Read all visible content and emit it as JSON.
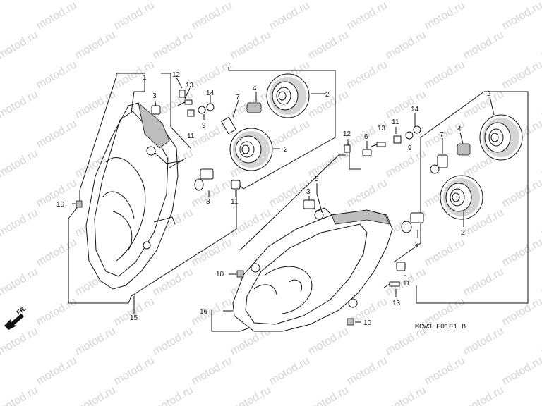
{
  "watermark": {
    "text": "motod.ru",
    "color": "#d4d4d4"
  },
  "diagram": {
    "code": "MCW3−F0101 B",
    "direction_label": "FR.",
    "callouts": [
      {
        "id": "c1",
        "text": "1"
      },
      {
        "id": "c3a",
        "text": "3"
      },
      {
        "id": "c12a",
        "text": "12"
      },
      {
        "id": "c13a",
        "text": "13"
      },
      {
        "id": "c11a",
        "text": "11"
      },
      {
        "id": "c9a",
        "text": "9"
      },
      {
        "id": "c14a",
        "text": "14"
      },
      {
        "id": "c7a",
        "text": "7"
      },
      {
        "id": "c4a",
        "text": "4"
      },
      {
        "id": "c2a",
        "text": "2"
      },
      {
        "id": "c2b",
        "text": "2"
      },
      {
        "id": "c8a",
        "text": "8"
      },
      {
        "id": "c11b",
        "text": "11"
      },
      {
        "id": "c10a",
        "text": "10"
      },
      {
        "id": "c15",
        "text": "15"
      },
      {
        "id": "c5",
        "text": "5"
      },
      {
        "id": "c3b",
        "text": "3"
      },
      {
        "id": "c12b",
        "text": "12"
      },
      {
        "id": "c6",
        "text": "6"
      },
      {
        "id": "c13b",
        "text": "13"
      },
      {
        "id": "c11c",
        "text": "11"
      },
      {
        "id": "c14b",
        "text": "14"
      },
      {
        "id": "c9b",
        "text": "9"
      },
      {
        "id": "c2c",
        "text": "2"
      },
      {
        "id": "c7b",
        "text": "7"
      },
      {
        "id": "c4b",
        "text": "4"
      },
      {
        "id": "c2d",
        "text": "2"
      },
      {
        "id": "c8b",
        "text": "8"
      },
      {
        "id": "c10b",
        "text": "10"
      },
      {
        "id": "c16",
        "text": "16"
      },
      {
        "id": "c11d",
        "text": "11"
      },
      {
        "id": "c13c",
        "text": "13"
      },
      {
        "id": "c10c",
        "text": "10"
      }
    ]
  }
}
